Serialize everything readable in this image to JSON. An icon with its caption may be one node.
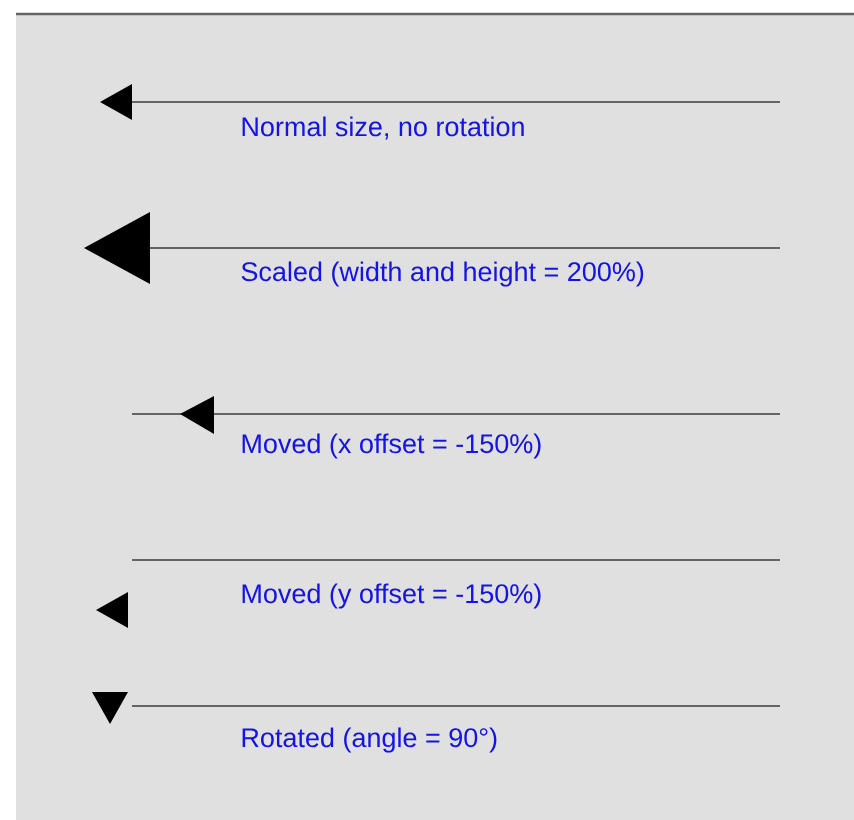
{
  "diagram": {
    "labels": [
      "Normal size, no rotation",
      "Scaled (width and height = 200%)",
      "Moved (x offset = -150%)",
      "Moved (y offset = -150%)",
      "Rotated (angle = 90°)"
    ]
  }
}
